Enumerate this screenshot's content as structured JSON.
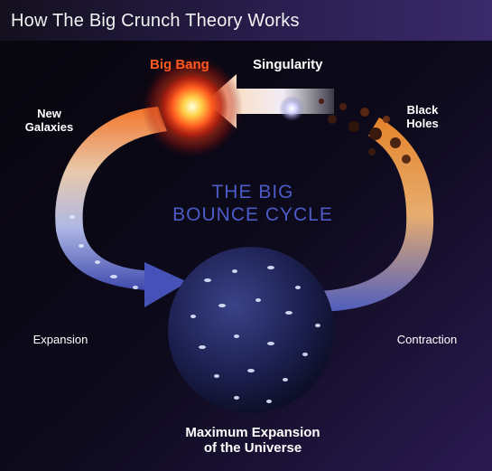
{
  "title": "How The Big Crunch Theory Works",
  "cycle_label": {
    "line1": "THE BIG",
    "line2": "BOUNCE CYCLE"
  },
  "stages": {
    "big_bang": "Big Bang",
    "singularity": "Singularity",
    "new_galaxies": {
      "line1": "New",
      "line2": "Galaxies"
    },
    "black_holes": {
      "line1": "Black",
      "line2": "Holes"
    },
    "expansion": "Expansion",
    "contraction": "Contraction",
    "max_expansion": {
      "line1": "Maximum Expansion",
      "line2": "of the Universe"
    }
  },
  "colors": {
    "background": "#0a0714",
    "title_band": "#2c1f55",
    "big_bang": "#ff5a1f",
    "cycle_text": "#4d5bc7",
    "arrow_warm": "#f08a2c",
    "arrow_cool": "#4652b8",
    "sphere": "#2a2f6d"
  }
}
